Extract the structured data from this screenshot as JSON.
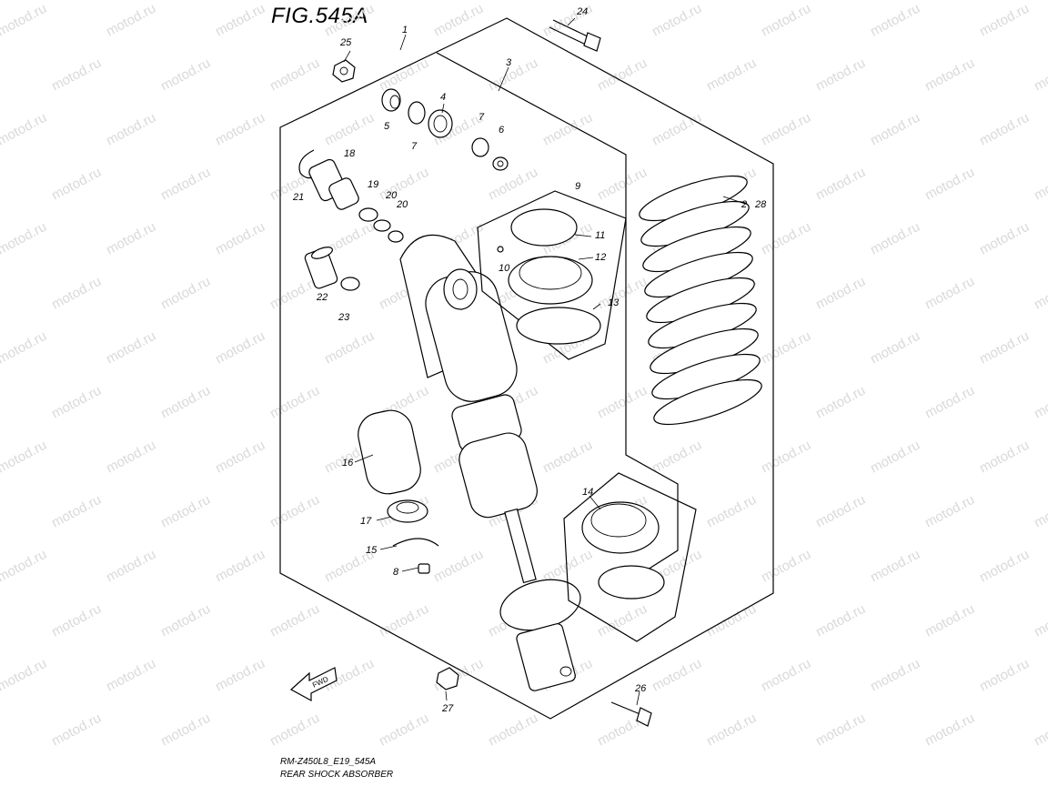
{
  "title": "FIG.545A",
  "footer": {
    "code": "RM-Z450L8_E19_545A",
    "name": "REAR SHOCK ABSORBER"
  },
  "watermark": "motod.ru",
  "fwd_label": "FWD",
  "callouts": [
    {
      "id": "1",
      "label": "1"
    },
    {
      "id": "2",
      "label": "2"
    },
    {
      "id": "3",
      "label": "3"
    },
    {
      "id": "4",
      "label": "4"
    },
    {
      "id": "5",
      "label": "5"
    },
    {
      "id": "6",
      "label": "6"
    },
    {
      "id": "7a",
      "label": "7"
    },
    {
      "id": "7b",
      "label": "7"
    },
    {
      "id": "8",
      "label": "8"
    },
    {
      "id": "9",
      "label": "9"
    },
    {
      "id": "10",
      "label": "10"
    },
    {
      "id": "11",
      "label": "11"
    },
    {
      "id": "12",
      "label": "12"
    },
    {
      "id": "13",
      "label": "13"
    },
    {
      "id": "14",
      "label": "14"
    },
    {
      "id": "15",
      "label": "15"
    },
    {
      "id": "16",
      "label": "16"
    },
    {
      "id": "17",
      "label": "17"
    },
    {
      "id": "18",
      "label": "18"
    },
    {
      "id": "19",
      "label": "19"
    },
    {
      "id": "20a",
      "label": "20"
    },
    {
      "id": "20b",
      "label": "20"
    },
    {
      "id": "21",
      "label": "21"
    },
    {
      "id": "22",
      "label": "22"
    },
    {
      "id": "23",
      "label": "23"
    },
    {
      "id": "24",
      "label": "24"
    },
    {
      "id": "25",
      "label": "25"
    },
    {
      "id": "26",
      "label": "26"
    },
    {
      "id": "27",
      "label": "27"
    },
    {
      "id": "28",
      "label": "28"
    }
  ]
}
